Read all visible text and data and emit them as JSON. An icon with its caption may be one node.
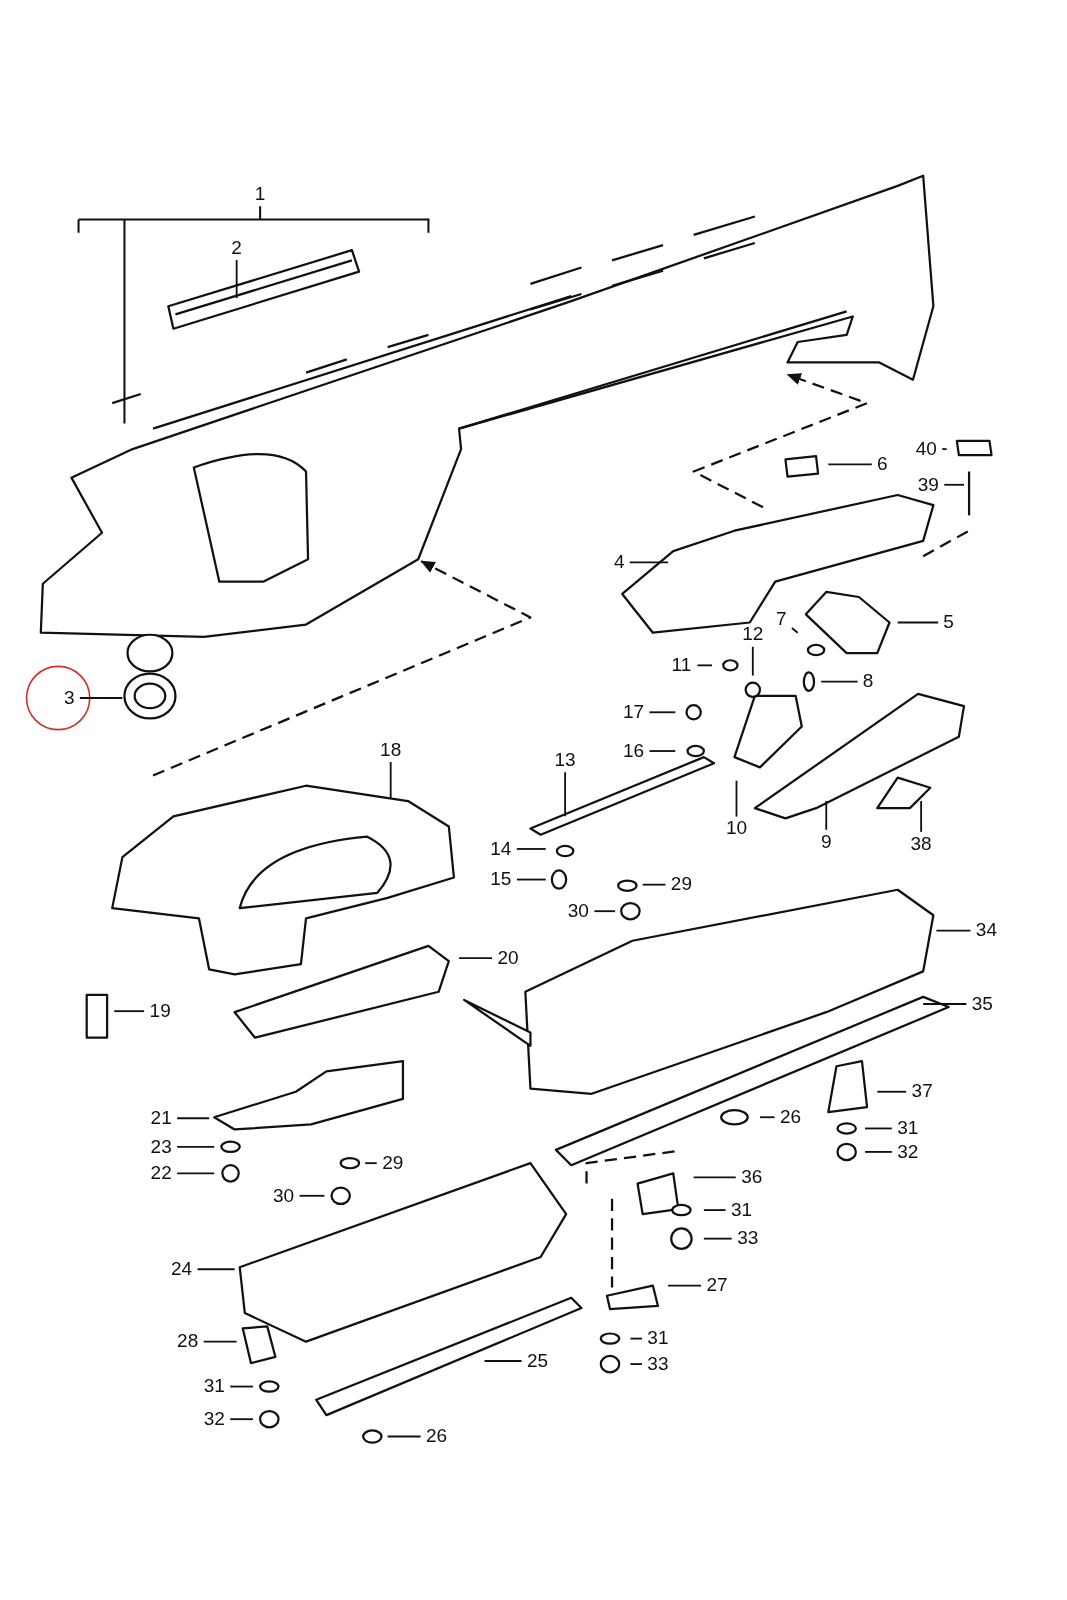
{
  "diagram": {
    "nodes": [
      {
        "text": [
          "1"
        ]
      },
      {
        "text": [
          "2"
        ]
      },
      {
        "text": [
          "40"
        ]
      },
      {
        "text": [
          "6"
        ]
      },
      {
        "text": [
          "39"
        ]
      },
      {
        "text": [
          "4"
        ]
      },
      {
        "text": [
          "7"
        ]
      },
      {
        "text": [
          "5"
        ]
      },
      {
        "text": [
          "12"
        ]
      },
      {
        "text": [
          "11"
        ]
      },
      {
        "text": [
          "8"
        ]
      },
      {
        "text": [
          "3"
        ]
      },
      {
        "text": [
          "17"
        ]
      },
      {
        "text": [
          "16"
        ]
      },
      {
        "text": [
          "18"
        ]
      },
      {
        "text": [
          "13"
        ]
      },
      {
        "text": [
          "10"
        ]
      },
      {
        "text": [
          "9"
        ]
      },
      {
        "text": [
          "38"
        ]
      },
      {
        "text": [
          "14"
        ]
      },
      {
        "text": [
          "15"
        ]
      },
      {
        "text": [
          "29"
        ]
      },
      {
        "text": [
          "30"
        ]
      },
      {
        "text": [
          "34"
        ]
      },
      {
        "text": [
          "20"
        ]
      },
      {
        "text": [
          "35"
        ]
      },
      {
        "text": [
          "19"
        ]
      },
      {
        "text": [
          "37"
        ]
      },
      {
        "text": [
          "21"
        ]
      },
      {
        "text": [
          "26"
        ]
      },
      {
        "text": [
          "31"
        ]
      },
      {
        "text": [
          "23"
        ]
      },
      {
        "text": [
          "32"
        ]
      },
      {
        "text": [
          "29"
        ]
      },
      {
        "text": [
          "22"
        ]
      },
      {
        "text": [
          "36"
        ]
      },
      {
        "text": [
          "30"
        ]
      },
      {
        "text": [
          "31"
        ]
      },
      {
        "text": [
          "33"
        ]
      },
      {
        "text": [
          "24"
        ]
      },
      {
        "text": [
          "27"
        ]
      },
      {
        "text": [
          "31"
        ]
      },
      {
        "text": [
          "28"
        ]
      },
      {
        "text": [
          "33"
        ]
      },
      {
        "text": [
          "25"
        ]
      },
      {
        "text": [
          "31"
        ]
      },
      {
        "text": [
          "32"
        ]
      },
      {
        "text": [
          "26"
        ]
      }
    ],
    "edges": [
      {
        "from": 1,
        "to": null,
        "arrow": "none"
      },
      {
        "from": 2,
        "to": null,
        "arrow": "none"
      },
      {
        "from": 3,
        "to": null,
        "arrow": "none"
      },
      {
        "from": 4,
        "to": null,
        "arrow": "none"
      },
      {
        "from": 5,
        "to": null,
        "arrow": "none"
      },
      {
        "from": 6,
        "to": null,
        "arrow": "none"
      },
      {
        "from": 7,
        "to": null,
        "arrow": "none"
      },
      {
        "from": 8,
        "to": null,
        "arrow": "none"
      },
      {
        "from": 9,
        "to": null,
        "arrow": "none"
      },
      {
        "from": 10,
        "to": null,
        "arrow": "none"
      },
      {
        "from": 11,
        "to": null,
        "arrow": "none"
      },
      {
        "from": 12,
        "to": null,
        "arrow": "none"
      },
      {
        "from": 13,
        "to": null,
        "arrow": "none"
      },
      {
        "from": 14,
        "to": null,
        "arrow": "none"
      },
      {
        "from": 15,
        "to": null,
        "arrow": "none"
      },
      {
        "from": 16,
        "to": null,
        "arrow": "none"
      },
      {
        "from": 17,
        "to": null,
        "arrow": "none"
      },
      {
        "from": 18,
        "to": null,
        "arrow": "none"
      },
      {
        "from": 19,
        "to": null,
        "arrow": "none"
      },
      {
        "from": 20,
        "to": null,
        "arrow": "none"
      },
      {
        "from": 21,
        "to": null,
        "arrow": "none"
      },
      {
        "from": 22,
        "to": null,
        "arrow": "none"
      },
      {
        "from": 23,
        "to": null,
        "arrow": "none"
      },
      {
        "from": 24,
        "to": null,
        "arrow": "none"
      },
      {
        "from": 25,
        "to": null,
        "arrow": "none"
      },
      {
        "from": 26,
        "to": null,
        "arrow": "none"
      },
      {
        "from": 27,
        "to": null,
        "arrow": "none"
      },
      {
        "from": 28,
        "to": null,
        "arrow": "none"
      },
      {
        "from": 29,
        "to": null,
        "arrow": "none"
      },
      {
        "from": 30,
        "to": null,
        "arrow": "none"
      },
      {
        "from": 31,
        "to": null,
        "arrow": "none"
      },
      {
        "from": 32,
        "to": null,
        "arrow": "none"
      },
      {
        "from": 33,
        "to": null,
        "arrow": "none"
      },
      {
        "from": 34,
        "to": null,
        "arrow": "none"
      },
      {
        "from": 35,
        "to": null,
        "arrow": "none"
      },
      {
        "from": 36,
        "to": null,
        "arrow": "none"
      },
      {
        "from": 37,
        "to": null,
        "arrow": "none"
      },
      {
        "from": 38,
        "to": null,
        "arrow": "none"
      },
      {
        "from": 39,
        "to": null,
        "arrow": "none"
      },
      {
        "from": 40,
        "to": null,
        "arrow": "none"
      },
      {
        "from": 41,
        "to": null,
        "arrow": "none"
      },
      {
        "from": 42,
        "to": null,
        "arrow": "none"
      },
      {
        "from": 43,
        "to": null,
        "arrow": "none"
      },
      {
        "from": 44,
        "to": null,
        "arrow": "none"
      },
      {
        "from": 45,
        "to": null,
        "arrow": "none"
      },
      {
        "from": 46,
        "to": null,
        "arrow": "none"
      },
      {
        "from": 47,
        "to": null,
        "arrow": "none"
      }
    ]
  }
}
